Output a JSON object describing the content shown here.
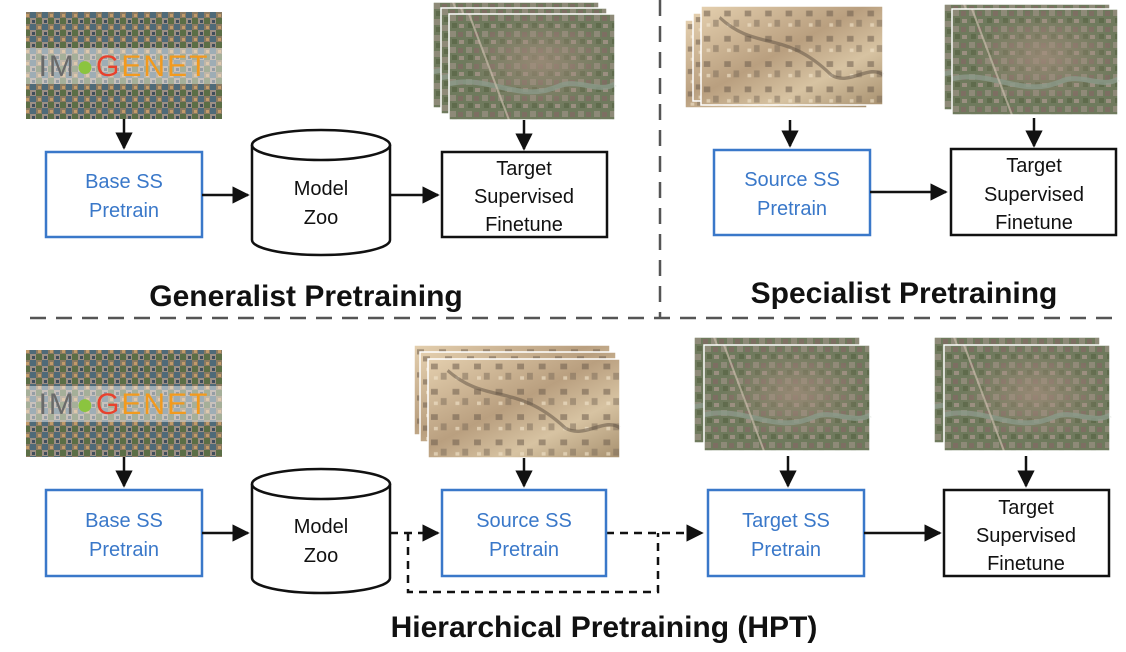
{
  "sections": {
    "generalist": "Generalist Pretraining",
    "specialist": "Specialist Pretraining",
    "hierarchical": "Hierarchical Pretraining (HPT)"
  },
  "imagenet_logo": "IMAGENET",
  "generalist": {
    "base_ss": [
      "Base SS",
      "Pretrain"
    ],
    "model_zoo": [
      "Model",
      "Zoo"
    ],
    "target_finetune": [
      "Target",
      "Supervised",
      "Finetune"
    ]
  },
  "specialist": {
    "source_ss": [
      "Source SS",
      "Pretrain"
    ],
    "target_finetune": [
      "Target",
      "Supervised",
      "Finetune"
    ]
  },
  "hierarchical": {
    "base_ss": [
      "Base SS",
      "Pretrain"
    ],
    "model_zoo": [
      "Model",
      "Zoo"
    ],
    "source_ss": [
      "Source SS",
      "Pretrain"
    ],
    "target_ss": [
      "Target SS",
      "Pretrain"
    ],
    "target_finetune": [
      "Target",
      "Supervised",
      "Finetune"
    ]
  },
  "colors": {
    "ss_box": "#3a78c9",
    "finetune_box": "#111111",
    "divider": "#555555",
    "imagenet_green": "#8bc43f",
    "imagenet_orange": "#f29a1e",
    "imagenet_red": "#e8412c"
  },
  "icons": {
    "imagenet": "imagenet-mosaic-image",
    "aerial_city": "satellite-city-image-stack",
    "aerial_desert": "satellite-desert-image-stack"
  }
}
